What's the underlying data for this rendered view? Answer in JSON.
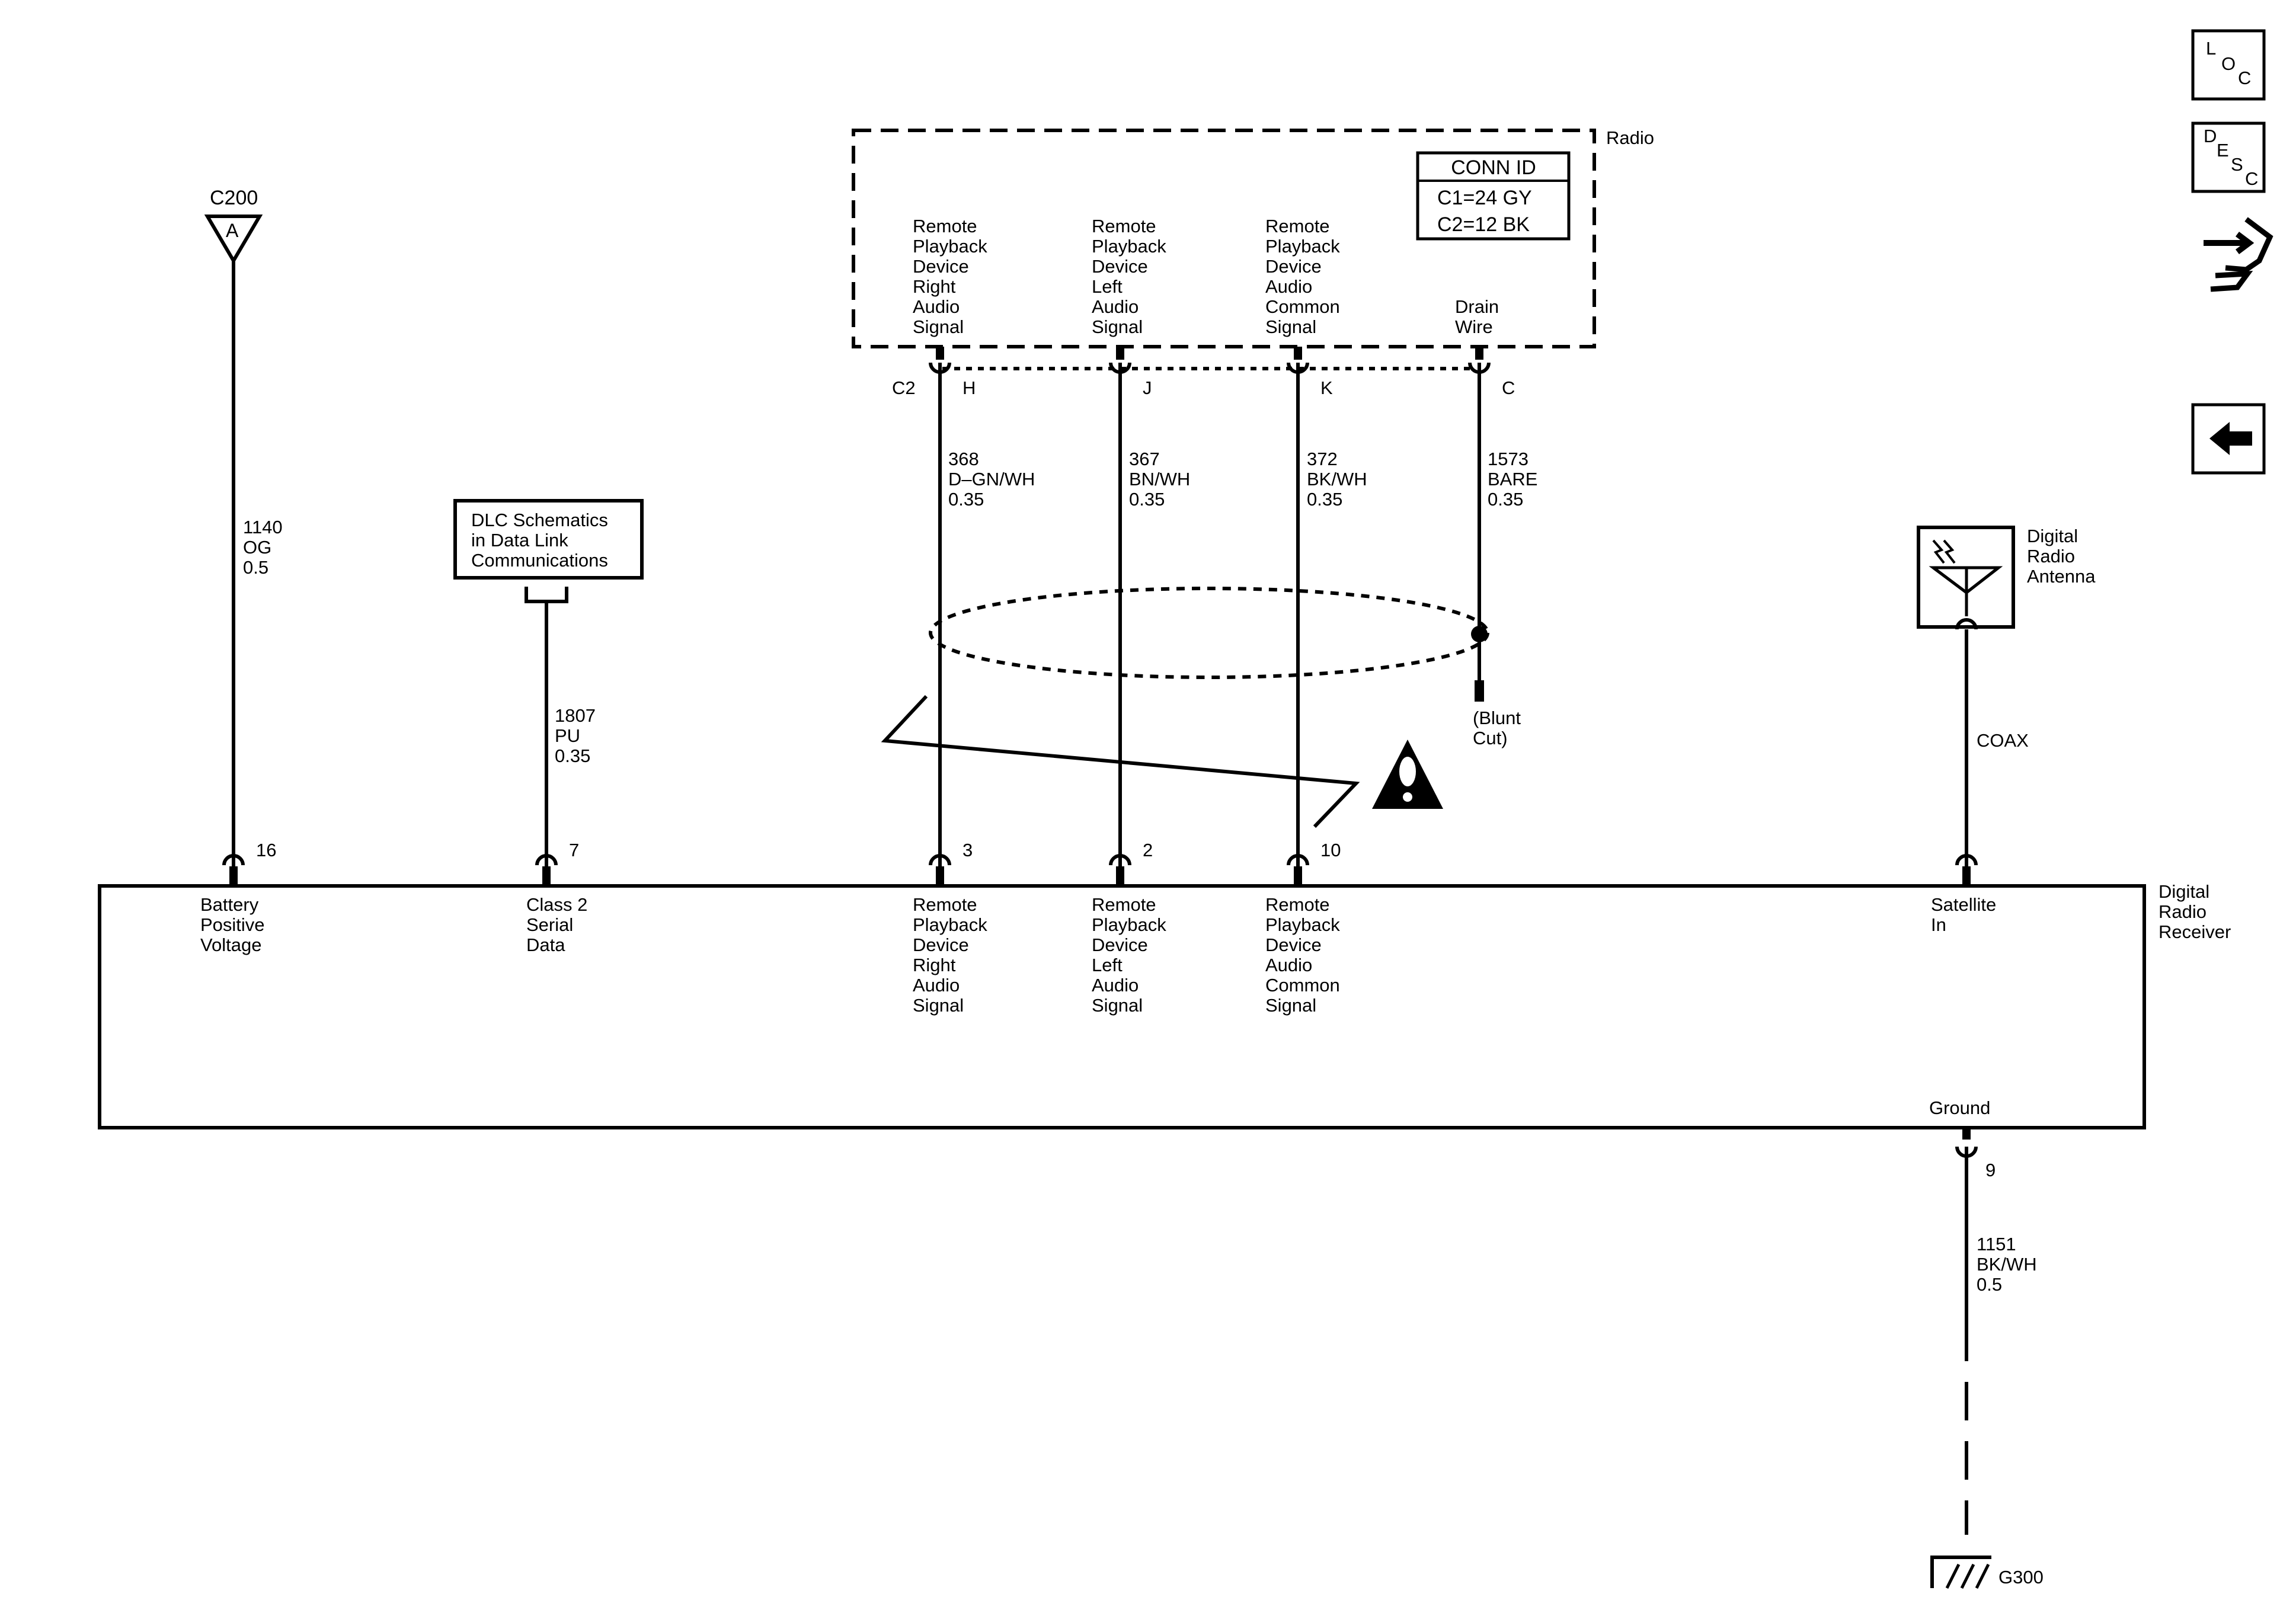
{
  "nav": {
    "loc": [
      "L",
      "O",
      "C"
    ],
    "desc": [
      "D",
      "E",
      "S",
      "C"
    ]
  },
  "radio": {
    "label": "Radio",
    "conn_id": {
      "title": "CONN ID",
      "c1": "C1=24 GY",
      "c2": "C2=12 BK"
    },
    "connector": "C2",
    "signals": [
      {
        "lines": [
          "Remote",
          "Playback",
          "Device",
          "Right",
          "Audio",
          "Signal"
        ],
        "pin": "H"
      },
      {
        "lines": [
          "Remote",
          "Playback",
          "Device",
          "Left",
          "Audio",
          "Signal"
        ],
        "pin": "J"
      },
      {
        "lines": [
          "Remote",
          "Playback",
          "Device",
          "Audio",
          "Common",
          "Signal"
        ],
        "pin": "K"
      },
      {
        "lines": [
          "Drain",
          "Wire"
        ],
        "pin": "C"
      }
    ]
  },
  "c200": {
    "label": "C200",
    "pin": "A"
  },
  "dlc_box": {
    "lines": [
      "DLC Schematics",
      "in Data Link",
      "Communications"
    ]
  },
  "wires": [
    {
      "circuit": "1140",
      "color": "OG",
      "size": "0.5"
    },
    {
      "circuit": "1807",
      "color": "PU",
      "size": "0.35"
    },
    {
      "circuit": "368",
      "color": "D–GN/WH",
      "size": "0.35"
    },
    {
      "circuit": "367",
      "color": "BN/WH",
      "size": "0.35"
    },
    {
      "circuit": "372",
      "color": "BK/WH",
      "size": "0.35"
    },
    {
      "circuit": "1573",
      "color": "BARE",
      "size": "0.35"
    },
    {
      "circuit": "1151",
      "color": "BK/WH",
      "size": "0.5"
    }
  ],
  "drain_end": {
    "lines": [
      "(Blunt",
      "Cut)"
    ]
  },
  "antenna": {
    "lines": [
      "Digital",
      "Radio",
      "Antenna"
    ],
    "cable": "COAX"
  },
  "receiver": {
    "label": [
      "Digital",
      "Radio",
      "Receiver"
    ],
    "pins": [
      {
        "num": "16",
        "lines": [
          "Battery",
          "Positive",
          "Voltage"
        ]
      },
      {
        "num": "7",
        "lines": [
          "Class 2",
          "Serial",
          "Data"
        ]
      },
      {
        "num": "3",
        "lines": [
          "Remote",
          "Playback",
          "Device",
          "Right",
          "Audio",
          "Signal"
        ]
      },
      {
        "num": "2",
        "lines": [
          "Remote",
          "Playback",
          "Device",
          "Left",
          "Audio",
          "Signal"
        ]
      },
      {
        "num": "10",
        "lines": [
          "Remote",
          "Playback",
          "Device",
          "Audio",
          "Common",
          "Signal"
        ]
      },
      {
        "num": "",
        "lines": [
          "Satellite",
          "In"
        ]
      }
    ],
    "ground": {
      "label": "Ground",
      "pin": "9"
    }
  },
  "ground_point": "G300"
}
